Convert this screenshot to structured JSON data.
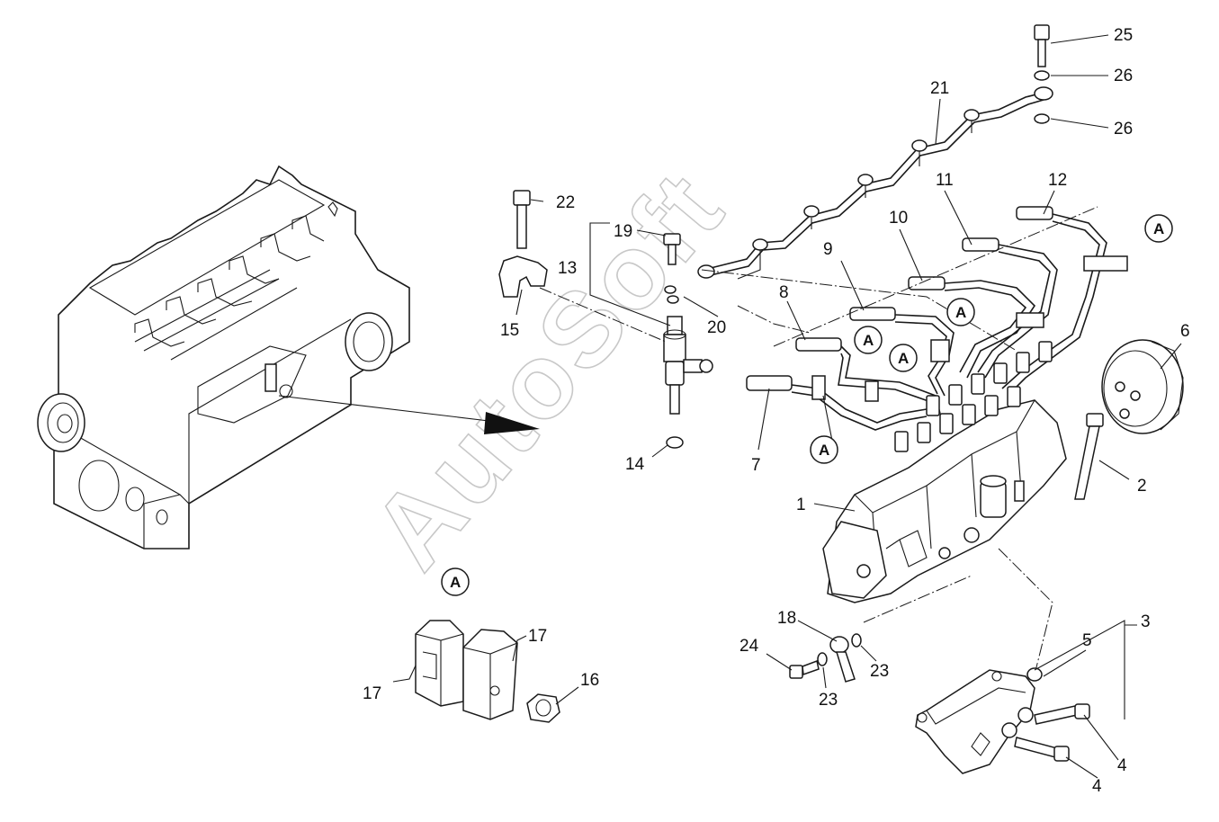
{
  "watermark": "AutoSoft",
  "callouts": {
    "c1": "1",
    "c2": "2",
    "c3": "3",
    "c4a": "4",
    "c4b": "4",
    "c5": "5",
    "c6": "6",
    "c7": "7",
    "c8": "8",
    "c9": "9",
    "c10": "10",
    "c11": "11",
    "c12": "12",
    "c13": "13",
    "c14": "14",
    "c15": "15",
    "c16": "16",
    "c17a": "17",
    "c17b": "17",
    "c18": "18",
    "c19": "19",
    "c20": "20",
    "c21": "21",
    "c22": "22",
    "c23a": "23",
    "c23b": "23",
    "c24": "24",
    "c25": "25",
    "c26a": "26",
    "c26b": "26"
  },
  "section_marker": "A",
  "colors": {
    "line": "#1a1a1a",
    "background": "#ffffff",
    "watermark": "#c8c8c8"
  }
}
